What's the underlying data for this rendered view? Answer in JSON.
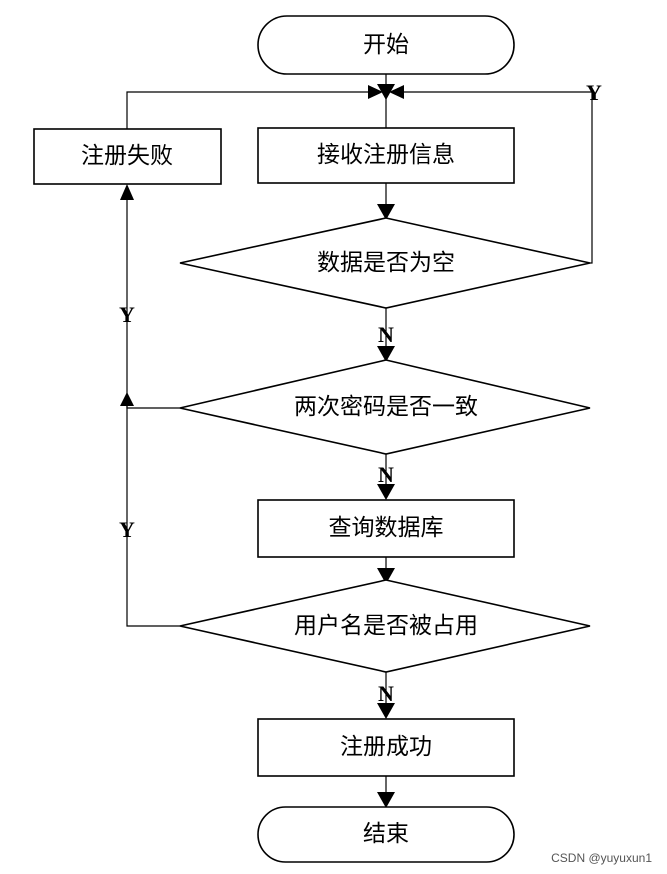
{
  "nodes": {
    "start": "开始",
    "receive": "接收注册信息",
    "fail": "注册失败",
    "empty_check": "数据是否为空",
    "pw_check": "两次密码是否一致",
    "query_db": "查询数据库",
    "user_check": "用户名是否被占用",
    "success": "注册成功",
    "end": "结束"
  },
  "edges": {
    "empty_yes": "Y",
    "empty_no": "N",
    "pw_yes": "Y",
    "pw_no": "N",
    "user_yes": "Y",
    "user_no": "N"
  },
  "watermark": "CSDN @yuyuxun1"
}
